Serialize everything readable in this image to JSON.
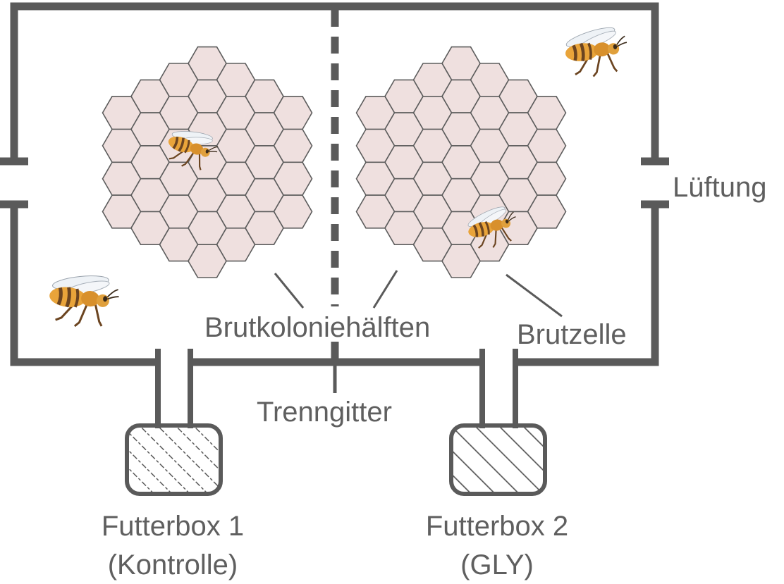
{
  "labels": {
    "ventilation": "Lüftung",
    "brood_halves": "Brutkoloniehälften",
    "brood_cell": "Brutzelle",
    "divider": "Trenngitter",
    "feeder1_line1": "Futterbox 1",
    "feeder1_line2": "(Kontrolle)",
    "feeder2_line1": "Futterbox 2",
    "feeder2_line2": "(GLY)"
  },
  "colors": {
    "wall": "#5a5a5a",
    "comb_fill": "#efe0df",
    "comb_stroke": "#5d5d5d",
    "text": "#5f5f5f",
    "bee_body": "#e9a43a",
    "bee_stripe": "#6b4420"
  },
  "icons": [
    "bee-icon",
    "honeycomb",
    "hatched-feeder-box"
  ]
}
